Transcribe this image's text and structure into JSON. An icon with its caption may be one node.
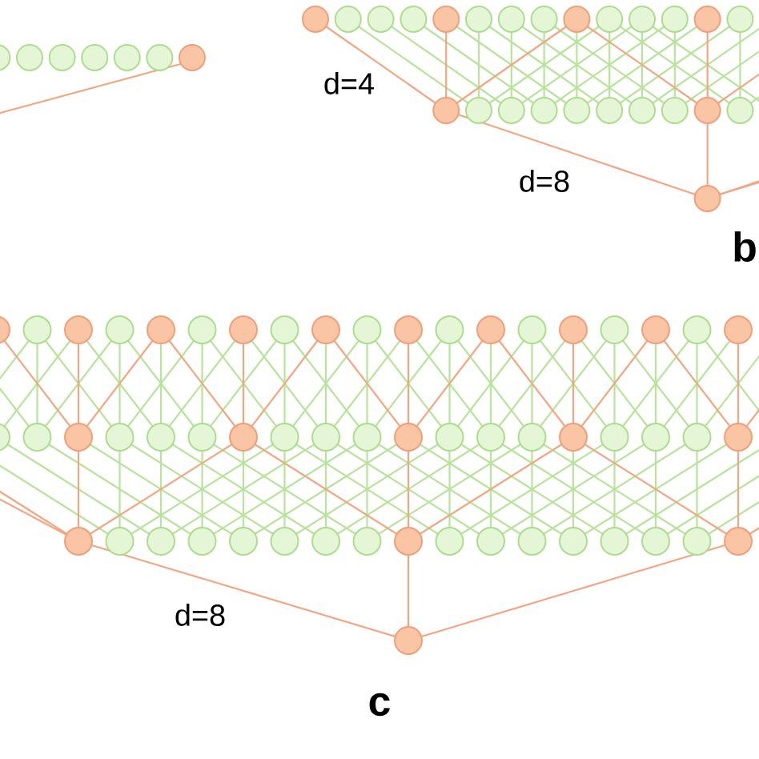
{
  "diagram": {
    "labels": [
      "d=4",
      "d=8",
      "b",
      "d=8",
      "c"
    ]
  }
}
